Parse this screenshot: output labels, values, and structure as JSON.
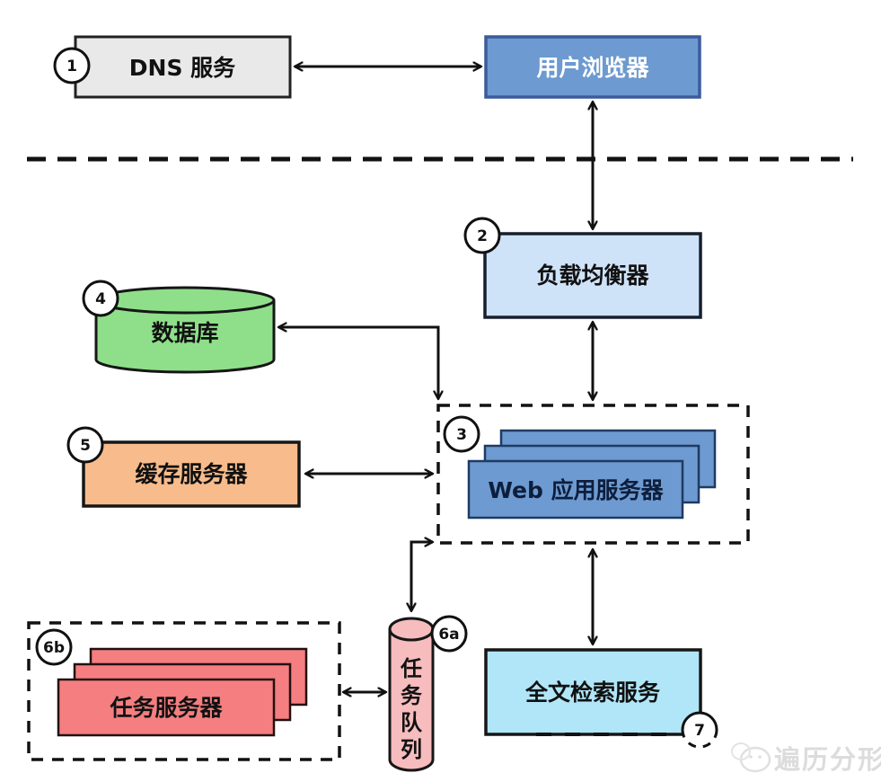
{
  "diagram": {
    "background": "#ffffff",
    "line_color": "#111111",
    "nodes": {
      "dns": {
        "badge": "1",
        "label": "DNS 服务",
        "fill": "#e9e9e9",
        "border": "#222222",
        "text_color": "#111111"
      },
      "browser": {
        "label": "用户浏览器",
        "fill": "#6d9ad0",
        "border": "#3b5b9b",
        "text_color": "#ffffff"
      },
      "load_balancer": {
        "badge": "2",
        "label": "负载均衡器",
        "fill": "#cfe3f8",
        "border": "#161f2d",
        "text_color": "#111111"
      },
      "web_servers": {
        "badge": "3",
        "label": "Web 应用服务器",
        "fill": "#6d9ad0",
        "border": "#1f3a63",
        "text_color": "#0d1e3d"
      },
      "database": {
        "badge": "4",
        "label": "数据库",
        "fill": "#8fdf8a",
        "border": "#161616",
        "text_color": "#111111"
      },
      "cache": {
        "badge": "5",
        "label": "缓存服务器",
        "fill": "#f8bc8c",
        "border": "#161616",
        "text_color": "#111111"
      },
      "task_queue": {
        "badge": "6a",
        "chars": [
          "任",
          "务",
          "队",
          "列"
        ],
        "fill": "#f6bcbe",
        "border": "#161616",
        "text_color": "#111111"
      },
      "task_servers": {
        "badge": "6b",
        "label": "任务服务器",
        "fill": "#f47e80",
        "border": "#231010",
        "text_color": "#111111"
      },
      "search": {
        "badge": "7",
        "label": "全文检索服务",
        "fill": "#b0e6f8",
        "border": "#161616",
        "text_color": "#111111"
      }
    },
    "watermark": {
      "text": "遍历分形",
      "color": "#dcdcdc"
    }
  }
}
